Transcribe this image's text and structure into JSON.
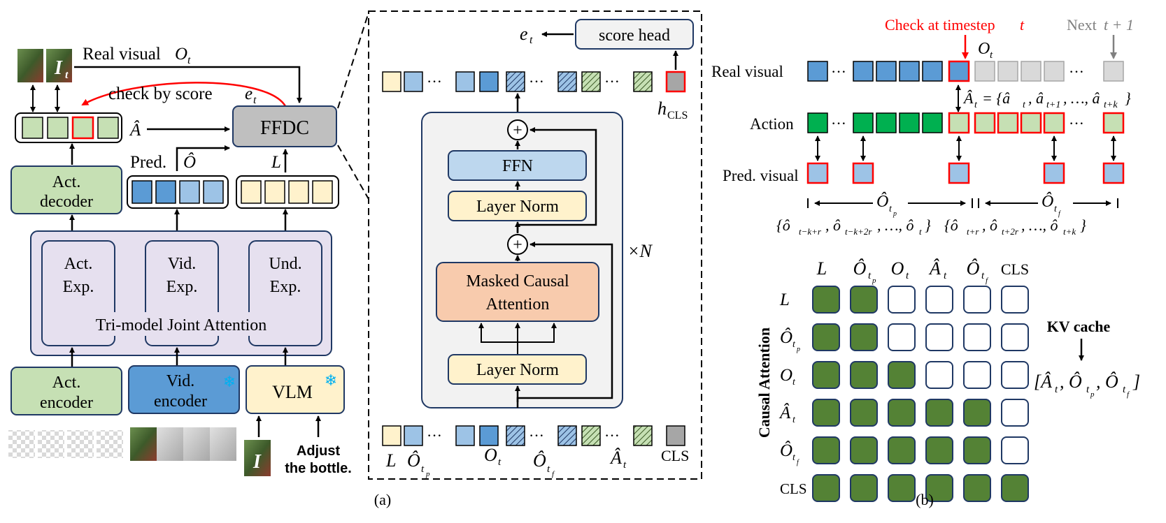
{
  "colors": {
    "act_green_light": "#c6e0b4",
    "act_green_dark": "#00b050",
    "blue_light": "#9dc3e6",
    "blue_mid": "#5b9bd5",
    "yellow": "#fff2cc",
    "grey_box": "#bfbfbf",
    "grey_token": "#a6a6a6",
    "red": "#ff0000",
    "lavender": "#e6e0ef",
    "panel_grey": "#f2f2f2",
    "ffn_blue": "#bdd7ee",
    "attn_orange": "#f8cbad",
    "attn_green": "#548235",
    "snow_blue": "#00b0f0"
  },
  "icons": [
    "snowflake-icon",
    "image-thumbnail-icon",
    "checkerboard-icon"
  ],
  "panel_a": {
    "caption": "(a)",
    "real_visual_label": "Real visual",
    "real_visual_var": "O",
    "real_visual_sub": "t",
    "check_label": "check by score",
    "check_var": "e",
    "check_sub": "t",
    "a_hat": "Â",
    "ffdc": "FFDC",
    "pred_label": "Pred.",
    "o_hat": "Ô",
    "l_label": "L",
    "act_decoder": [
      "Act.",
      "decoder"
    ],
    "experts": [
      [
        "Act.",
        "Exp."
      ],
      [
        "Vid.",
        "Exp."
      ],
      [
        "Und.",
        "Exp."
      ]
    ],
    "joint_attention": "Tri-model Joint Attention",
    "act_encoder": [
      "Act.",
      "encoder"
    ],
    "vid_encoder": [
      "Vid.",
      "encoder"
    ],
    "vlm": "VLM",
    "instruction": [
      "Adjust",
      "the bottle."
    ],
    "thumb_letter": "I",
    "thumb_sub": "t",
    "score_head": "score head",
    "e_t_var": "e",
    "e_t_sub": "t",
    "h_cls_var": "h",
    "h_cls_sub": "CLS",
    "ffn": "FFN",
    "layer_norm": "Layer Norm",
    "masked_attention": [
      "Masked Causal",
      "Attention"
    ],
    "times_n": "×N",
    "plus": "+",
    "ellipsis": "···",
    "bottom_labels": {
      "l": "L",
      "o_hat_tp": "Ô",
      "o_t": "O",
      "o_hat_tf": "Ô",
      "a_hat_t": "Â",
      "cls": "CLS"
    }
  },
  "panel_b": {
    "caption": "(b)",
    "check_at": "Check at timestep",
    "check_var": "t",
    "next_label": "Next",
    "next_expr": "t + 1",
    "o_t_var": "O",
    "o_t_sub": "t",
    "rows": [
      "Real visual",
      "Action",
      "Pred. visual"
    ],
    "a_hat_set": "Â",
    "a_hat_set_sub": "t",
    "a_hat_set_rhs": "= {â",
    "a_hat_set_items": [
      "t",
      "t+1",
      "t+k"
    ],
    "o_hat_tp_set": "{ô",
    "o_hat_tp_items": [
      "t−k+r",
      "t−k+2r",
      "t"
    ],
    "o_hat_tf_items": [
      "t+r",
      "t+2r",
      "t+k"
    ],
    "causal_attention": "Causal Attention",
    "kv_cache": "KV cache",
    "kv_set": "[Â",
    "matrix_headers": [
      "L",
      "Ô",
      "O",
      "Â",
      "Ô",
      "CLS"
    ],
    "matrix_header_subs": [
      "",
      "tp",
      "t",
      "t",
      "tf",
      ""
    ],
    "matrix": [
      [
        1,
        1,
        0,
        0,
        0,
        0
      ],
      [
        1,
        1,
        0,
        0,
        0,
        0
      ],
      [
        1,
        1,
        1,
        0,
        0,
        0
      ],
      [
        1,
        1,
        1,
        1,
        1,
        0
      ],
      [
        1,
        1,
        1,
        1,
        1,
        0
      ],
      [
        1,
        1,
        1,
        1,
        1,
        1
      ]
    ]
  }
}
